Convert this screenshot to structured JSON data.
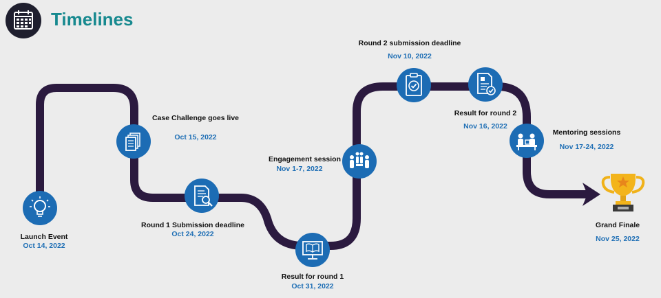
{
  "header": {
    "title": "Timelines",
    "icon": "calendar-icon"
  },
  "milestones": [
    {
      "label": "Launch Event",
      "date": "Oct 14, 2022",
      "icon": "lightbulb-icon"
    },
    {
      "label": "Case Challenge goes live",
      "date": "Oct 15, 2022",
      "icon": "documents-icon"
    },
    {
      "label": "Round 1 Submission deadline",
      "date": "Oct 24, 2022",
      "icon": "document-search-icon"
    },
    {
      "label": "Result for round 1",
      "date": "Oct 31, 2022",
      "icon": "monitor-book-icon"
    },
    {
      "label": "Engagement session",
      "date": "Nov 1-7, 2022",
      "icon": "meeting-icon"
    },
    {
      "label": "Round 2 submission deadline",
      "date": "Nov 10, 2022",
      "icon": "clipboard-check-icon"
    },
    {
      "label": "Result for round 2",
      "date": "Nov 16, 2022",
      "icon": "document-check-icon"
    },
    {
      "label": "Mentoring sessions",
      "date": "Nov 17-24, 2022",
      "icon": "mentoring-icon"
    },
    {
      "label": "Grand Finale",
      "date": "Nov 25, 2022",
      "icon": "trophy-icon"
    }
  ],
  "colors": {
    "path": "#2b1a3f",
    "node": "#1c6cb4",
    "title": "#17898f",
    "date": "#1f6fb5"
  }
}
